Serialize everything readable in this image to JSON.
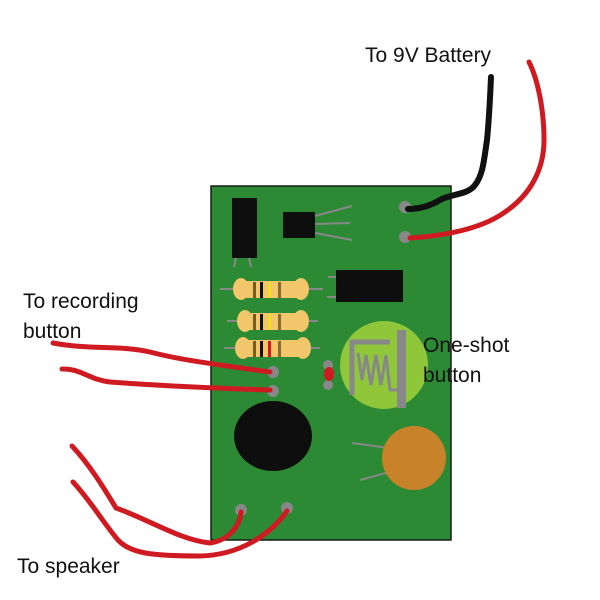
{
  "labels": {
    "battery": "To 9V Battery",
    "recording": "To recording\nbutton",
    "oneshot": "One-shot\nbutton",
    "speaker": "To speaker"
  },
  "colors": {
    "board": "#2b8a33",
    "wire_red": "#d01a22",
    "wire_black": "#111111",
    "pad": "#8a8a8a",
    "resistor": "#f2c66a",
    "button": "#8fc63a",
    "capacitor": "#c8822a",
    "chip": "#0e0e0e"
  }
}
